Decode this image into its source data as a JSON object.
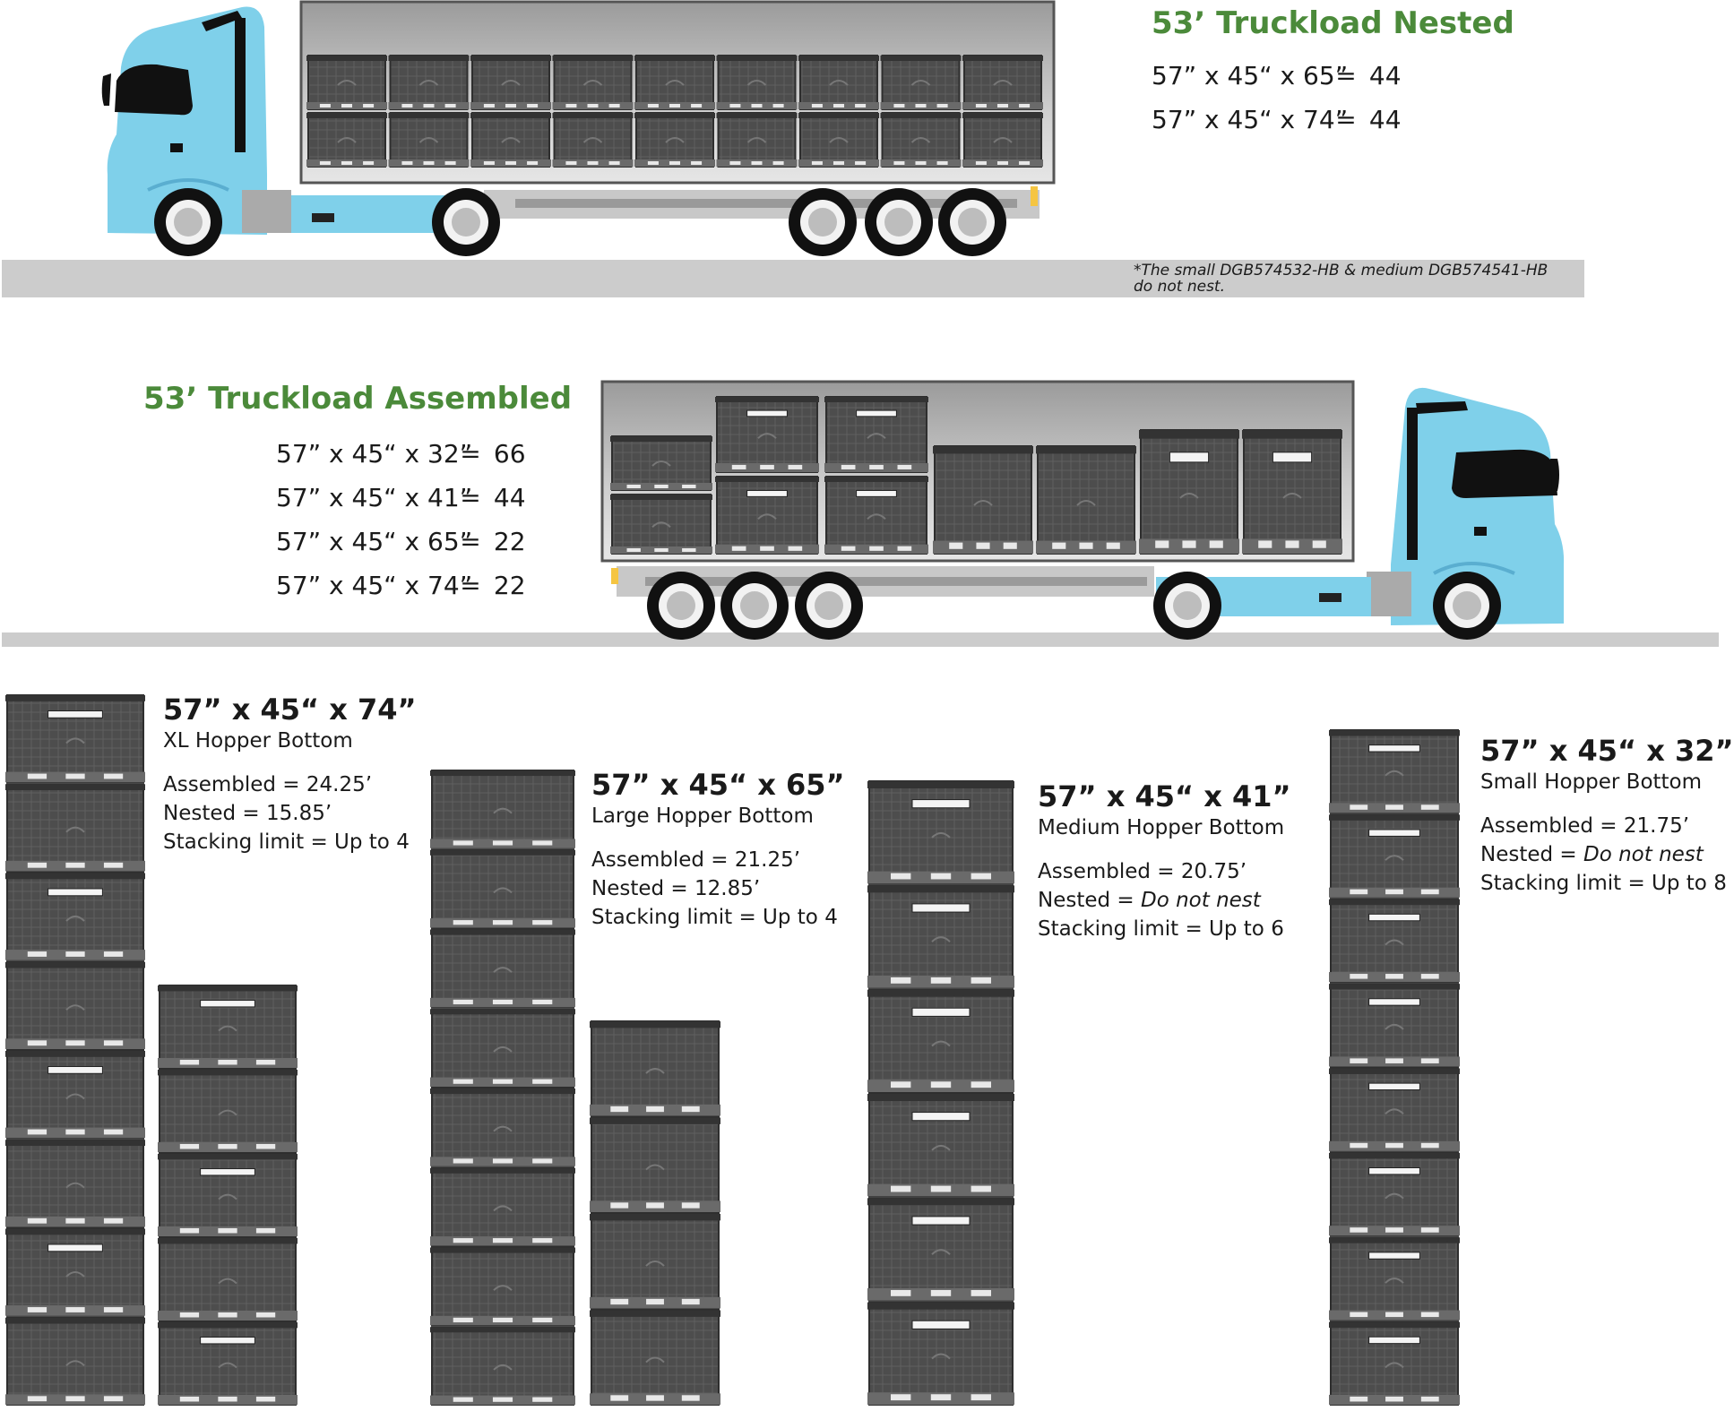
{
  "colors": {
    "heading_green": "#4b8a3a",
    "truck_blue": "#7fd0ea",
    "road_gray": "#cccccc",
    "bin_dark": "#555555",
    "bin_light": "#d9d9d9"
  },
  "nested": {
    "title": "53’ Truckload Nested",
    "rows": [
      {
        "dims": "57” x 45“ x 65”",
        "eq": "=",
        "count": "44"
      },
      {
        "dims": "57” x 45“ x 74”",
        "eq": "=",
        "count": "44"
      }
    ],
    "footnote_line1": "*The small DGB574532-HB & medium DGB574541-HB",
    "footnote_line2": "do not nest."
  },
  "assembled": {
    "title": "53’ Truckload Assembled",
    "rows": [
      {
        "dims": "57” x 45“ x 32”",
        "eq": "=",
        "count": "66"
      },
      {
        "dims": "57” x 45“ x 41”",
        "eq": "=",
        "count": "44"
      },
      {
        "dims": "57” x 45“ x 65”",
        "eq": "=",
        "count": "22"
      },
      {
        "dims": "57” x 45“ x 74”",
        "eq": "=",
        "count": "22"
      }
    ]
  },
  "products": [
    {
      "dims": "57” x 45“ x 74”",
      "name": "XL Hopper Bottom",
      "assembled_label": "Assembled = ",
      "assembled": "24.25’",
      "nested_label": "Nested = ",
      "nested": "15.85’",
      "stacking_label": "Stacking limit = ",
      "stacking": "Up to 4"
    },
    {
      "dims": "57” x 45“ x 65”",
      "name": "Large Hopper Bottom",
      "assembled_label": "Assembled = ",
      "assembled": "21.25’",
      "nested_label": "Nested = ",
      "nested": "12.85’",
      "stacking_label": "Stacking limit = ",
      "stacking": "Up to 4"
    },
    {
      "dims": "57” x 45“ x 41”",
      "name": "Medium Hopper Bottom",
      "assembled_label": "Assembled = ",
      "assembled": "20.75’",
      "nested_label": "Nested = ",
      "nested": "Do not nest",
      "stacking_label": "Stacking limit = ",
      "stacking": "Up to 6"
    },
    {
      "dims": "57” x 45“ x 32”",
      "name": "Small Hopper Bottom",
      "assembled_label": "Assembled = ",
      "assembled": "21.75’",
      "nested_label": "Nested = ",
      "nested": "Do not nest",
      "stacking_label": "Stacking limit = ",
      "stacking": "Up to 8"
    }
  ]
}
